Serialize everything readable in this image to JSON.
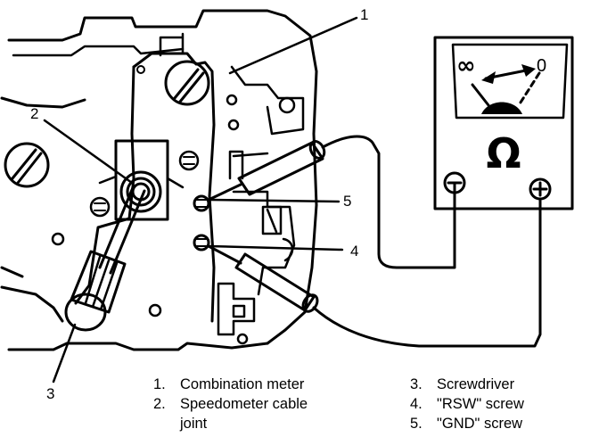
{
  "callouts": {
    "c1": "1",
    "c2": "2",
    "c3": "3",
    "c4": "4",
    "c5": "5"
  },
  "meter": {
    "omega": "Ω",
    "scale_left": "∞",
    "scale_right": "0",
    "minus": "⊖",
    "plus": "⊕"
  },
  "legend": [
    {
      "num": "1.",
      "text": "Combination meter"
    },
    {
      "num": "2.",
      "text": "Speedometer cable",
      "text2": "joint"
    },
    {
      "num": "3.",
      "text": "Screwdriver"
    },
    {
      "num": "4.",
      "text": "\"RSW\" screw"
    },
    {
      "num": "5.",
      "text": "\"GND\" screw"
    }
  ]
}
